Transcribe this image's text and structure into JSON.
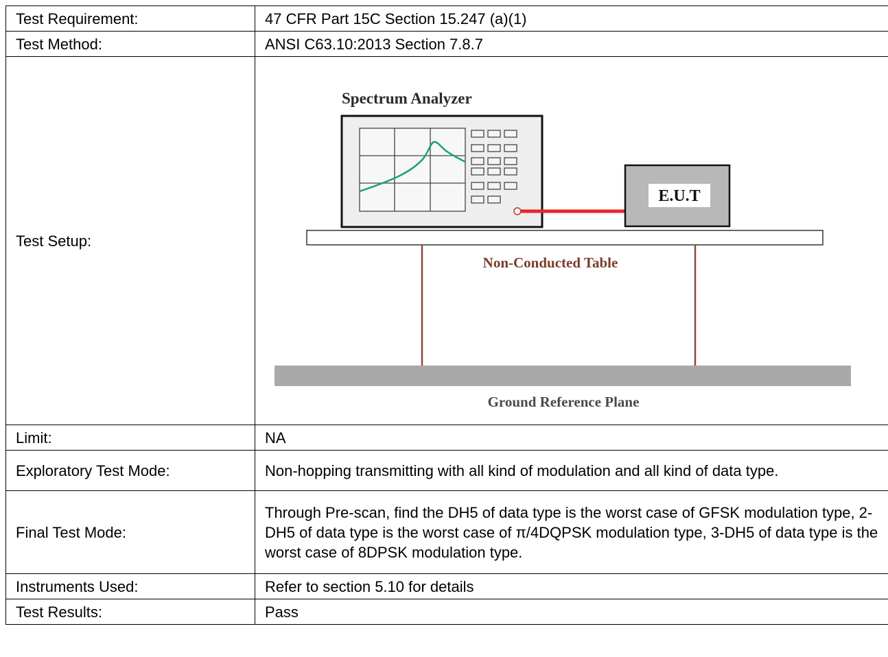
{
  "rows": [
    {
      "label": "Test Requirement:",
      "value": "47 CFR Part 15C Section 15.247 (a)(1)"
    },
    {
      "label": "Test Method:",
      "value": "ANSI C63.10:2013 Section 7.8.7"
    },
    {
      "label": "Test Setup:",
      "value": ""
    },
    {
      "label": "Limit:",
      "value": "NA"
    },
    {
      "label": "Exploratory Test Mode:",
      "value": "Non-hopping transmitting with all kind of modulation and all kind of data type."
    },
    {
      "label": "Final Test Mode:",
      "value": "Through Pre-scan, find the DH5 of data type is the worst case of GFSK modulation type, 2-DH5 of data type is the worst case of π/4DQPSK modulation type, 3-DH5 of data type is the worst case of 8DPSK modulation type."
    },
    {
      "label": "Instruments Used:",
      "value": "Refer to section 5.10 for details"
    },
    {
      "label": "Test Results:",
      "value": "Pass"
    }
  ],
  "diagram": {
    "analyzer_label": "Spectrum Analyzer",
    "eut_label": "E.U.T",
    "table_label": "Non-Conducted Table",
    "ground_label": "Ground Reference Plane",
    "colors": {
      "cable": "#e8262b",
      "trace": "#1aa36a",
      "table": "#8a4a3a",
      "eut_fill": "#b8b8b8",
      "analyzer_fill": "#eeeeee",
      "ground": "#a9a9a9"
    }
  }
}
